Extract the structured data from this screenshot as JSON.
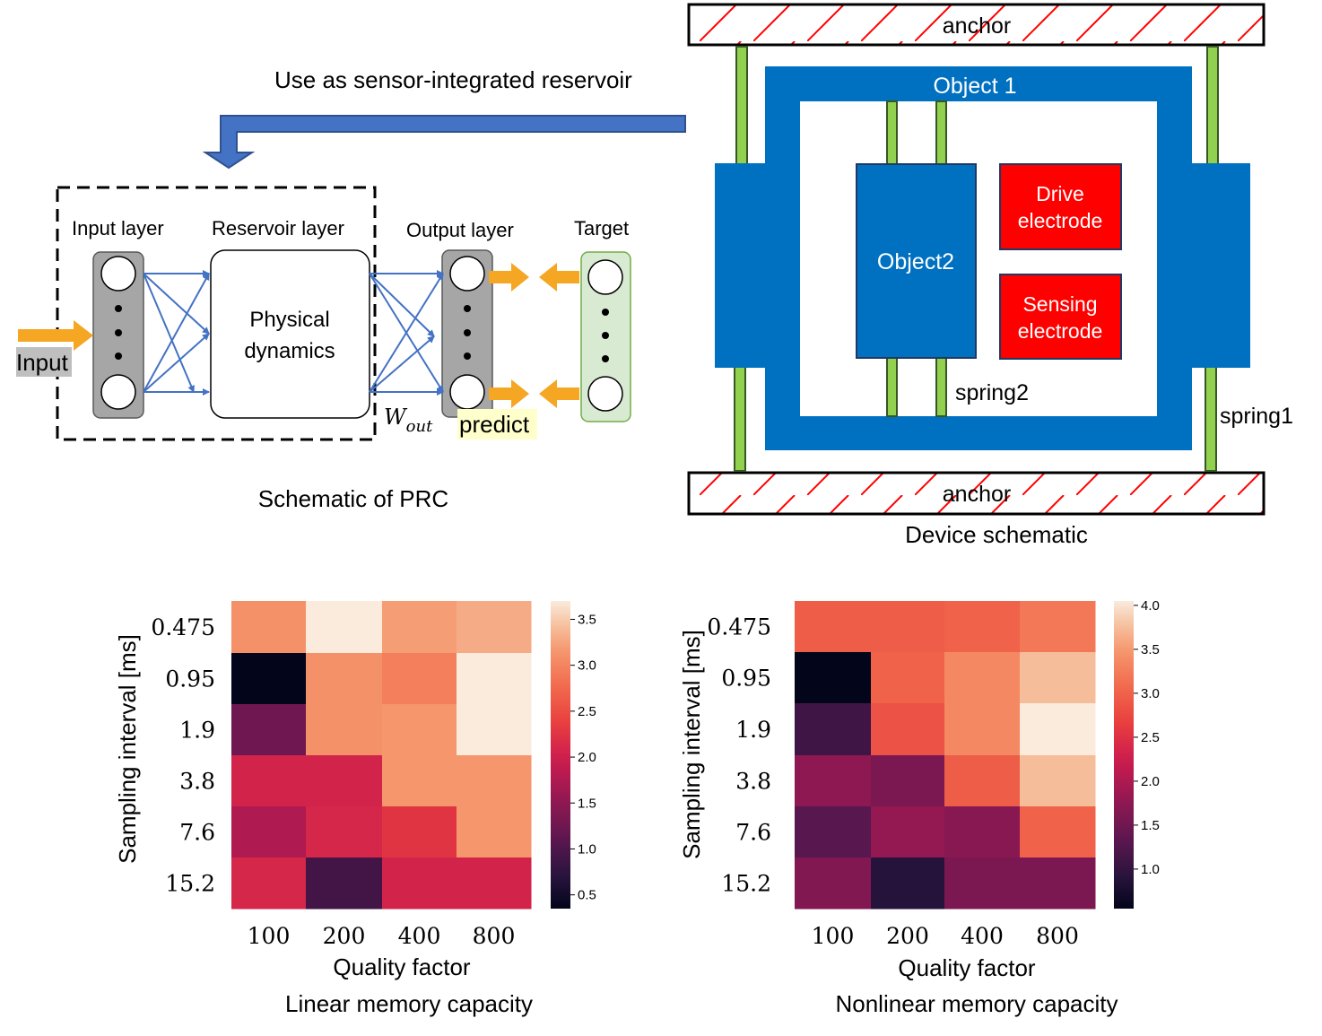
{
  "prc": {
    "arrow_caption": "Use as sensor-integrated reservoir",
    "input_layer": "Input layer",
    "reservoir_layer": "Reservoir layer",
    "output_layer": "Output layer",
    "target": "Target",
    "reservoir_text_1": "Physical",
    "reservoir_text_2": "dynamics",
    "input_label": "Input",
    "wout_main": "W",
    "wout_sub": "out",
    "predict": "predict",
    "caption": "Schematic of PRC",
    "colors": {
      "arrow": "#f5a623",
      "connection": "#4472c4",
      "layer_fill": "#a6a6a6",
      "target_fill": "#d9ead3"
    }
  },
  "device": {
    "anchor_top": "anchor",
    "anchor_bottom": "anchor",
    "object1": "Object 1",
    "object2": "Object2",
    "drive_1": "Drive",
    "drive_2": "electrode",
    "sensing_1": "Sensing",
    "sensing_2": "electrode",
    "spring1": "spring1",
    "spring2": "spring2",
    "caption": "Device schematic",
    "colors": {
      "object": "#0070c0",
      "electrode": "#ff0000",
      "spring": "#92d050",
      "hatch": "#ff0000"
    }
  },
  "heatmaps": {
    "linear_caption": "Linear memory capacity",
    "nonlinear_caption": "Nonlinear memory capacity"
  },
  "chart_data": [
    {
      "type": "heatmap",
      "title": "",
      "xlabel": "Quality factor",
      "ylabel": "Sampling interval [ms]",
      "x_categories": [
        "100",
        "200",
        "400",
        "800"
      ],
      "y_categories": [
        "0.475",
        "0.95",
        "1.9",
        "3.8",
        "7.6",
        "15.2"
      ],
      "values": [
        [
          3.1,
          3.7,
          3.2,
          3.3
        ],
        [
          0.35,
          3.1,
          2.95,
          3.7
        ],
        [
          1.25,
          3.1,
          3.15,
          3.7
        ],
        [
          2.05,
          2.05,
          3.15,
          3.15
        ],
        [
          1.75,
          2.1,
          2.25,
          3.15
        ],
        [
          2.1,
          0.9,
          2.05,
          2.05
        ]
      ],
      "colorbar_ticks": [
        "0.5",
        "1.0",
        "1.5",
        "2.0",
        "2.5",
        "3.0",
        "3.5"
      ],
      "colorbar_range": [
        0.35,
        3.7
      ]
    },
    {
      "type": "heatmap",
      "title": "",
      "xlabel": "Quality factor",
      "ylabel": "Sampling interval [ms]",
      "x_categories": [
        "100",
        "200",
        "400",
        "800"
      ],
      "y_categories": [
        "0.475",
        "0.95",
        "1.9",
        "3.8",
        "7.6",
        "15.2"
      ],
      "values": [
        [
          2.95,
          2.95,
          3.0,
          3.2
        ],
        [
          0.55,
          3.0,
          3.35,
          3.75
        ],
        [
          1.1,
          2.85,
          3.35,
          4.05
        ],
        [
          1.75,
          1.6,
          2.95,
          3.75
        ],
        [
          1.3,
          1.8,
          1.7,
          3.0
        ],
        [
          1.65,
          0.9,
          1.6,
          1.6
        ]
      ],
      "colorbar_ticks": [
        "1.0",
        "1.5",
        "2.0",
        "2.5",
        "3.0",
        "3.5",
        "4.0"
      ],
      "colorbar_range": [
        0.55,
        4.05
      ]
    }
  ]
}
